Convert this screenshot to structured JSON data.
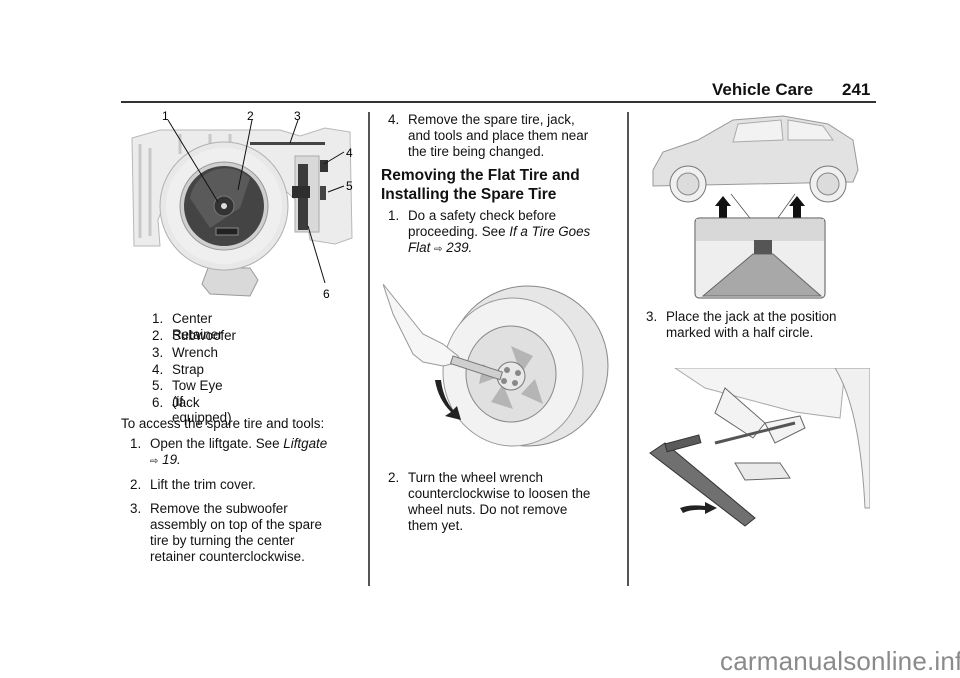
{
  "header": {
    "title": "Vehicle Care",
    "page_number": "241"
  },
  "figure1": {
    "callouts": [
      "1",
      "2",
      "3",
      "4",
      "5",
      "6"
    ],
    "legend": [
      {
        "num": "1.",
        "label": "Center Retainer"
      },
      {
        "num": "2.",
        "label": "Subwoofer"
      },
      {
        "num": "3.",
        "label": "Wrench"
      },
      {
        "num": "4.",
        "label": "Strap"
      },
      {
        "num": "5.",
        "label": "Tow Eye (if equipped)"
      },
      {
        "num": "6.",
        "label": "Jack"
      }
    ]
  },
  "left": {
    "intro": "To access the spare tire and tools:",
    "steps": [
      {
        "num": "1.",
        "text": "Open the liftgate. See ",
        "link": "Liftgate",
        "arrow": "⇨",
        "ref": "19",
        "ref_suffix": "."
      },
      {
        "num": "2.",
        "text": "Lift the trim cover."
      },
      {
        "num": "3.",
        "lines": [
          "Remove the subwoofer",
          "assembly on top of the spare",
          "tire by turning the center",
          "retainer counterclockwise."
        ]
      }
    ]
  },
  "middle": {
    "step4": {
      "num": "4.",
      "lines": [
        "Remove the spare tire, jack,",
        "and tools and place them near",
        "the tire being changed."
      ]
    },
    "heading_lines": [
      "Removing the Flat Tire and",
      "Installing the Spare Tire"
    ],
    "step1": {
      "num": "1.",
      "line1": "Do a safety check before",
      "line2_text": "proceeding. See ",
      "link_part1": "If a Tire Goes",
      "link_part2": "Flat",
      "arrow": "⇨",
      "ref": "239",
      "ref_suffix": "."
    },
    "step2": {
      "num": "2.",
      "lines": [
        "Turn the wheel wrench",
        "counterclockwise to loosen the",
        "wheel nuts. Do not remove",
        "them yet."
      ]
    }
  },
  "right": {
    "step3": {
      "num": "3.",
      "lines": [
        "Place the jack at the position",
        "marked with a half circle."
      ]
    }
  },
  "watermark": "carmanualsonline.info"
}
